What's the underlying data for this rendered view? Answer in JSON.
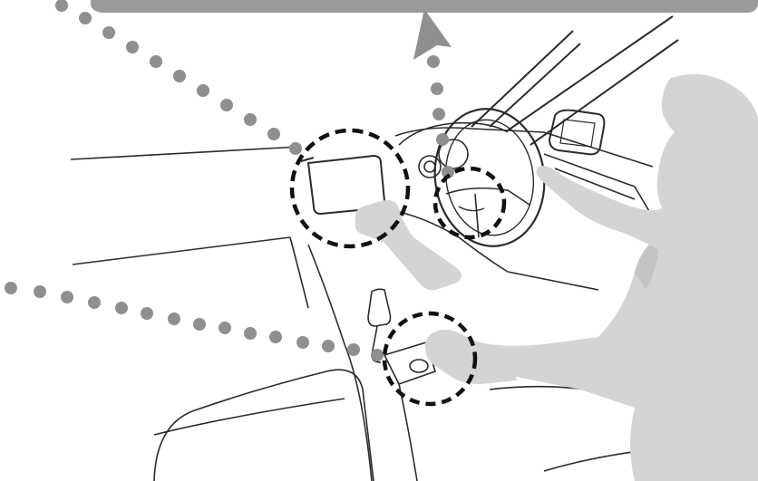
{
  "colors": {
    "background": "#ffffff",
    "outline": "#2b2b2b",
    "dots": "#8f8f8f",
    "figure": "#d4d4d4",
    "figure_dark": "#c4c4c4",
    "banner": "#9a9a9a",
    "focus_ring": "#111111"
  },
  "icons": [
    "up-arrow-icon"
  ],
  "callouts": [
    {
      "name": "display-focus-ring",
      "target": "center-display"
    },
    {
      "name": "steering-switch-focus-ring",
      "target": "steering-wheel-switch"
    },
    {
      "name": "commander-knob-focus-ring",
      "target": "commander-knob"
    }
  ]
}
